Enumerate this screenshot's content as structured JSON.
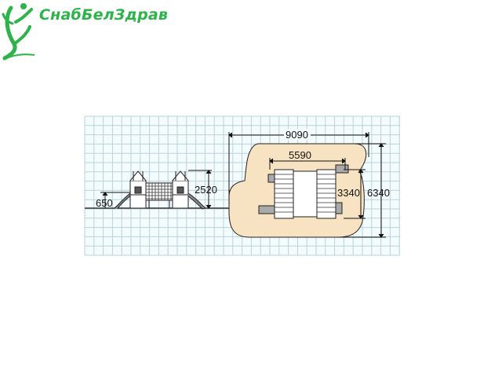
{
  "brand": {
    "name": "СнабБелЗдрав",
    "color": "#2db34a",
    "logo_icon": "running-figure-icon"
  },
  "drawing": {
    "grid_color": "#b9d3dc",
    "zone_fill": "#f7e3c2",
    "side_view": {
      "height_label": "2520",
      "platform_label": "650"
    },
    "plan_view": {
      "overall_width": "9090",
      "equipment_width": "5590",
      "equipment_depth": "3340",
      "overall_depth": "6340"
    }
  }
}
